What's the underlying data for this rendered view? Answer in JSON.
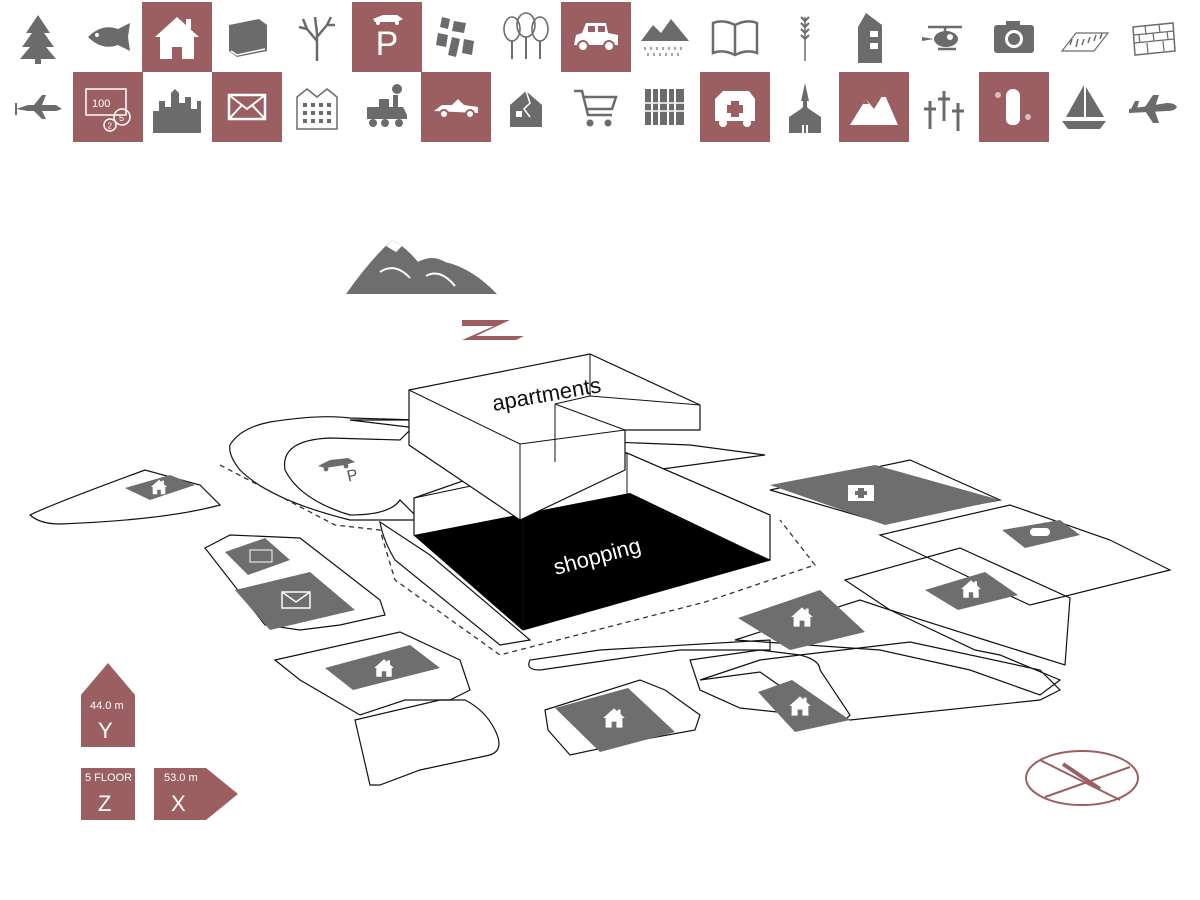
{
  "colors": {
    "accent": "#9b5f62",
    "icon_gray": "#6b6b6b",
    "tile_gray": "#6e6e6e",
    "line": "#111111"
  },
  "palette": {
    "row1": [
      {
        "icon": "pine-tree",
        "highlight": false
      },
      {
        "icon": "fish",
        "highlight": false
      },
      {
        "icon": "house",
        "highlight": true
      },
      {
        "icon": "book",
        "highlight": false
      },
      {
        "icon": "bare-tree",
        "highlight": false
      },
      {
        "icon": "parking",
        "highlight": true
      },
      {
        "icon": "city-map",
        "highlight": false
      },
      {
        "icon": "forest",
        "highlight": false
      },
      {
        "icon": "vintage-car",
        "highlight": true
      },
      {
        "icon": "rain-mountain",
        "highlight": false
      },
      {
        "icon": "open-book",
        "highlight": false
      },
      {
        "icon": "wheat",
        "highlight": false
      },
      {
        "icon": "gable-house",
        "highlight": false
      },
      {
        "icon": "helicopter",
        "highlight": false
      },
      {
        "icon": "camera",
        "highlight": false
      },
      {
        "icon": "field",
        "highlight": false
      },
      {
        "icon": "stone-wall",
        "highlight": false
      }
    ],
    "row2": [
      {
        "icon": "propeller-plane",
        "highlight": false
      },
      {
        "icon": "money",
        "highlight": true
      },
      {
        "icon": "city-skyline",
        "highlight": false
      },
      {
        "icon": "mail",
        "highlight": true
      },
      {
        "icon": "apartment-building",
        "highlight": false
      },
      {
        "icon": "steam-train",
        "highlight": false
      },
      {
        "icon": "convertible-car",
        "highlight": true
      },
      {
        "icon": "damaged-house",
        "highlight": false
      },
      {
        "icon": "shopping-cart",
        "highlight": false
      },
      {
        "icon": "library",
        "highlight": false
      },
      {
        "icon": "ambulance",
        "highlight": true
      },
      {
        "icon": "church",
        "highlight": false
      },
      {
        "icon": "mountains",
        "highlight": true
      },
      {
        "icon": "cemetery",
        "highlight": false
      },
      {
        "icon": "pills",
        "highlight": true
      },
      {
        "icon": "sailboat",
        "highlight": false
      },
      {
        "icon": "airliner",
        "highlight": false
      }
    ]
  },
  "labels": {
    "parking": "P",
    "money_note": "100",
    "money_coin_a": "2",
    "money_coin_b": "5"
  },
  "diagram": {
    "volumes": [
      {
        "name": "apartments",
        "label": "apartments"
      },
      {
        "name": "shopping",
        "label": "shopping"
      }
    ],
    "parking_label": "P"
  },
  "dimensions": {
    "y": {
      "value": "44.0 m",
      "axis": "Y"
    },
    "z": {
      "value": "5 FLOOR",
      "axis": "Z"
    },
    "x": {
      "value": "53.0 m",
      "axis": "X"
    }
  }
}
